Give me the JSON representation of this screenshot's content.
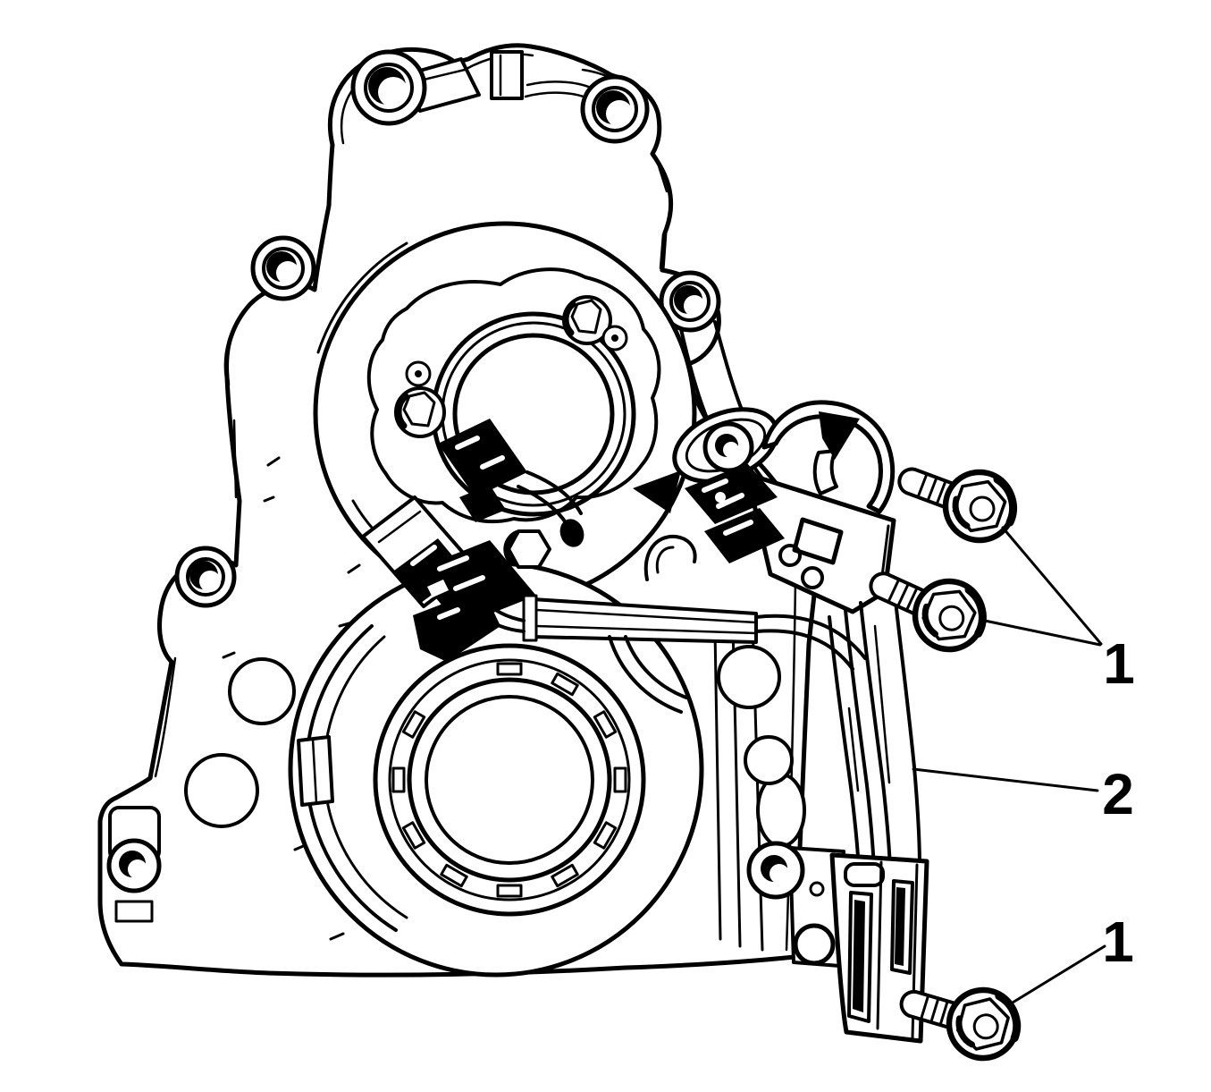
{
  "figure": {
    "background": "#ffffff",
    "line_color": "#000000",
    "callouts": [
      {
        "label": "1"
      },
      {
        "label": "2"
      },
      {
        "label": "1"
      }
    ]
  }
}
